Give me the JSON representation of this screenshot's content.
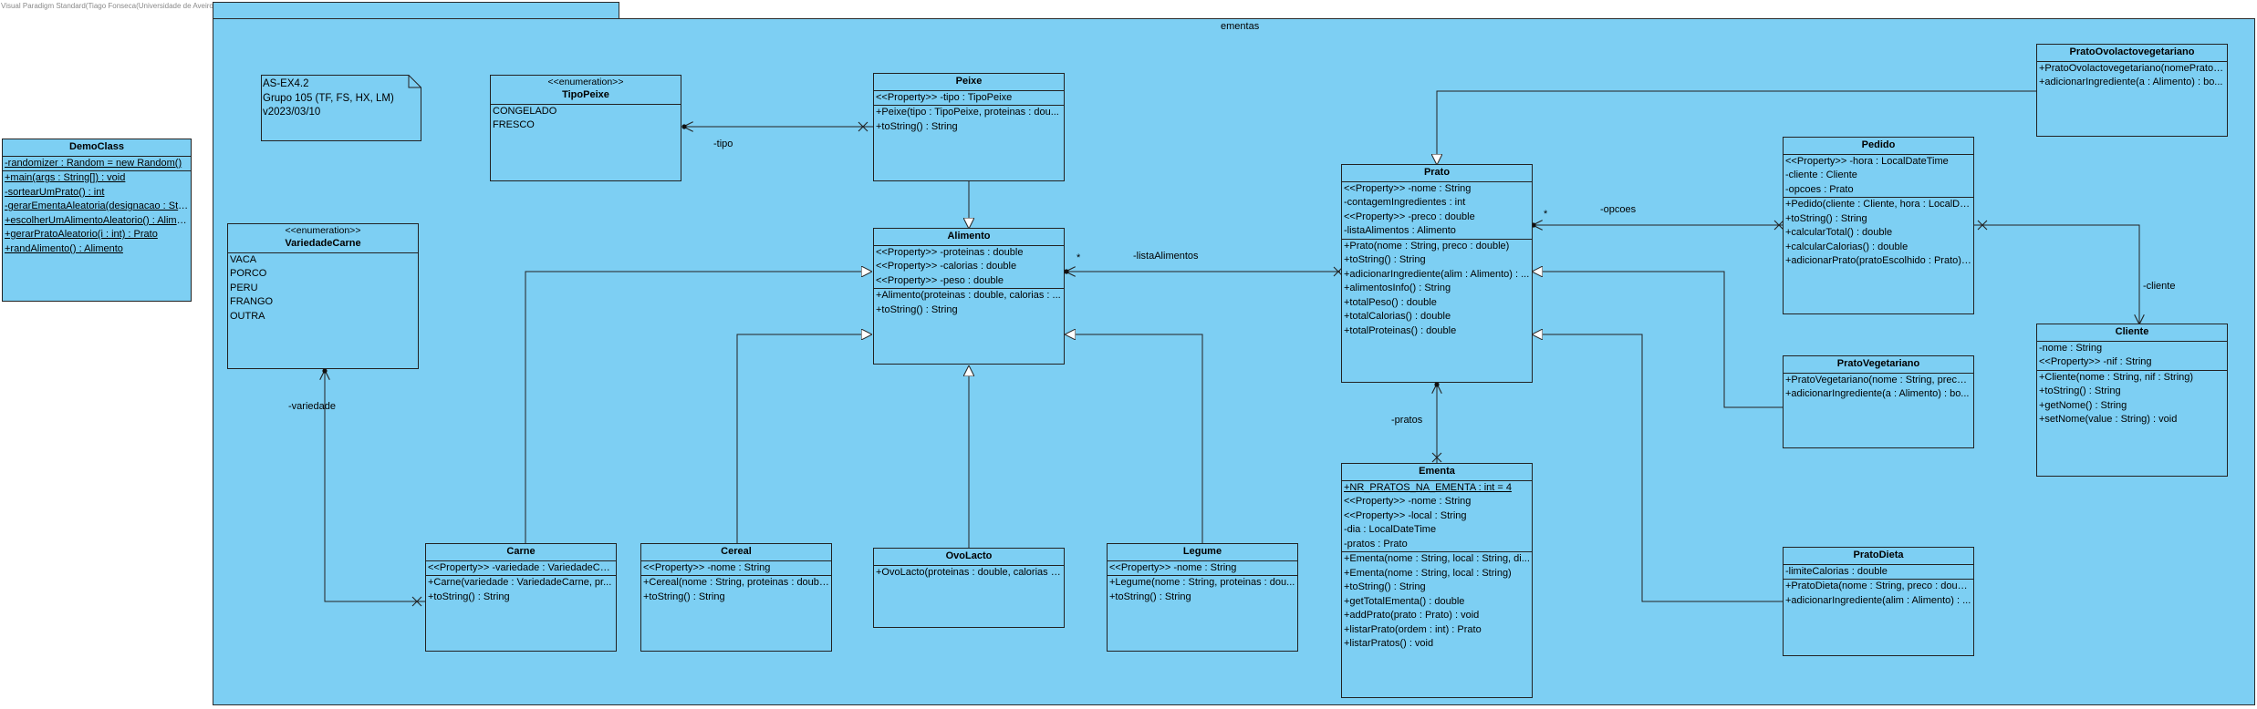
{
  "watermark": "Visual Paradigm Standard(Tiago Fonseca(Universidade de Aveiro))",
  "package": {
    "name": "ementas"
  },
  "note": {
    "lines": [
      "AS-EX4.2",
      "Grupo 105 (TF, FS, HX, LM)",
      "v2023/03/10"
    ]
  },
  "classes": {
    "democlass": {
      "name": "DemoClass",
      "attributes": [
        "-randomizer : Random = new Random()"
      ],
      "operations": [
        "+main(args : String[]) : void",
        "-sortearUmPrato() : int",
        "-gerarEmentaAleatoria(designacao : Stri...",
        "+escolherUmAlimentoAleatorio() : Alime...",
        "+gerarPratoAleatorio(i : int) : Prato",
        "+randAlimento() : Alimento"
      ]
    },
    "tipopeixe": {
      "stereotype": "<<enumeration>>",
      "name": "TipoPeixe",
      "literals": [
        "CONGELADO",
        "FRESCO"
      ]
    },
    "variedadecarne": {
      "stereotype": "<<enumeration>>",
      "name": "VariedadeCarne",
      "literals": [
        "VACA",
        "PORCO",
        "PERU",
        "FRANGO",
        "OUTRA"
      ]
    },
    "peixe": {
      "name": "Peixe",
      "attributes": [
        "<<Property>> -tipo : TipoPeixe"
      ],
      "operations": [
        "+Peixe(tipo : TipoPeixe, proteinas : dou...",
        "+toString() : String"
      ]
    },
    "alimento": {
      "name": "Alimento",
      "attributes": [
        "<<Property>> -proteinas : double",
        "<<Property>> -calorias : double",
        "<<Property>> -peso : double"
      ],
      "operations": [
        "+Alimento(proteinas : double, calorias : ...",
        "+toString() : String"
      ]
    },
    "carne": {
      "name": "Carne",
      "attributes": [
        "<<Property>> -variedade : VariedadeCa..."
      ],
      "operations": [
        "+Carne(variedade : VariedadeCarne, pr...",
        "+toString() : String"
      ]
    },
    "cereal": {
      "name": "Cereal",
      "attributes": [
        "<<Property>> -nome : String"
      ],
      "operations": [
        "+Cereal(nome : String, proteinas : doubl...",
        "+toString() : String"
      ]
    },
    "ovolacto": {
      "name": "OvoLacto",
      "operations": [
        "+OvoLacto(proteinas : double, calorias : ..."
      ]
    },
    "legume": {
      "name": "Legume",
      "attributes": [
        "<<Property>> -nome : String"
      ],
      "operations": [
        "+Legume(nome : String, proteinas : dou...",
        "+toString() : String"
      ]
    },
    "prato": {
      "name": "Prato",
      "attributes": [
        "<<Property>> -nome : String",
        "-contagemIngredientes : int",
        "<<Property>> -preco : double",
        "-listaAlimentos : Alimento"
      ],
      "operations": [
        "+Prato(nome : String, preco : double)",
        "+toString() : String",
        "+adicionarIngrediente(alim : Alimento) : ...",
        "+alimentosInfo() : String",
        "+totalPeso() : double",
        "+totalCalorias() : double",
        "+totalProteinas() : double"
      ]
    },
    "ementa": {
      "name": "Ementa",
      "attributes": [
        "+NR_PRATOS_NA_EMENTA : int = 4",
        "<<Property>> -nome : String",
        "<<Property>> -local : String",
        "-dia : LocalDateTime",
        "-pratos : Prato"
      ],
      "operations": [
        "+Ementa(nome : String, local : String, di...",
        "+Ementa(nome : String, local : String)",
        "+toString() : String",
        "+getTotalEmenta() : double",
        "+addPrato(prato : Prato) : void",
        "+listarPrato(ordem : int) : Prato",
        "+listarPratos() : void"
      ]
    },
    "pedido": {
      "name": "Pedido",
      "attributes": [
        "<<Property>> -hora : LocalDateTime",
        "-cliente : Cliente",
        "-opcoes : Prato"
      ],
      "operations": [
        "+Pedido(cliente : Cliente, hora : LocalDa...",
        "+toString() : String",
        "+calcularTotal() : double",
        "+calcularCalorias() : double",
        "+adicionarPrato(pratoEscolhido : Prato) ..."
      ]
    },
    "pratoovolacto": {
      "name": "PratoOvolactovegetariano",
      "operations": [
        "+PratoOvolactovegetariano(nomePrato :...",
        "+adicionarIngrediente(a : Alimento) : bo..."
      ]
    },
    "cliente": {
      "name": "Cliente",
      "attributes": [
        "-nome : String",
        "<<Property>> -nif : String"
      ],
      "operations": [
        "+Cliente(nome : String, nif : String)",
        "+toString() : String",
        "+getNome() : String",
        "+setNome(value : String) : void"
      ]
    },
    "pratovegetariano": {
      "name": "PratoVegetariano",
      "operations": [
        "+PratoVegetariano(nome : String, preco ...",
        "+adicionarIngrediente(a : Alimento) : bo..."
      ]
    },
    "pratodieta": {
      "name": "PratoDieta",
      "attributes": [
        "-limiteCalorias : double"
      ],
      "operations": [
        "+PratoDieta(nome : String, preco : doubl...",
        "+adicionarIngrediente(alim : Alimento) : ..."
      ]
    }
  },
  "labels": {
    "tipo": "-tipo",
    "lista_alimentos": "-listaAlimentos",
    "lista_mult": "*",
    "opcoes": "-opcoes",
    "opcoes_mult": "*",
    "cliente": "-cliente",
    "pratos": "-pratos",
    "variedade": "-variedade"
  }
}
